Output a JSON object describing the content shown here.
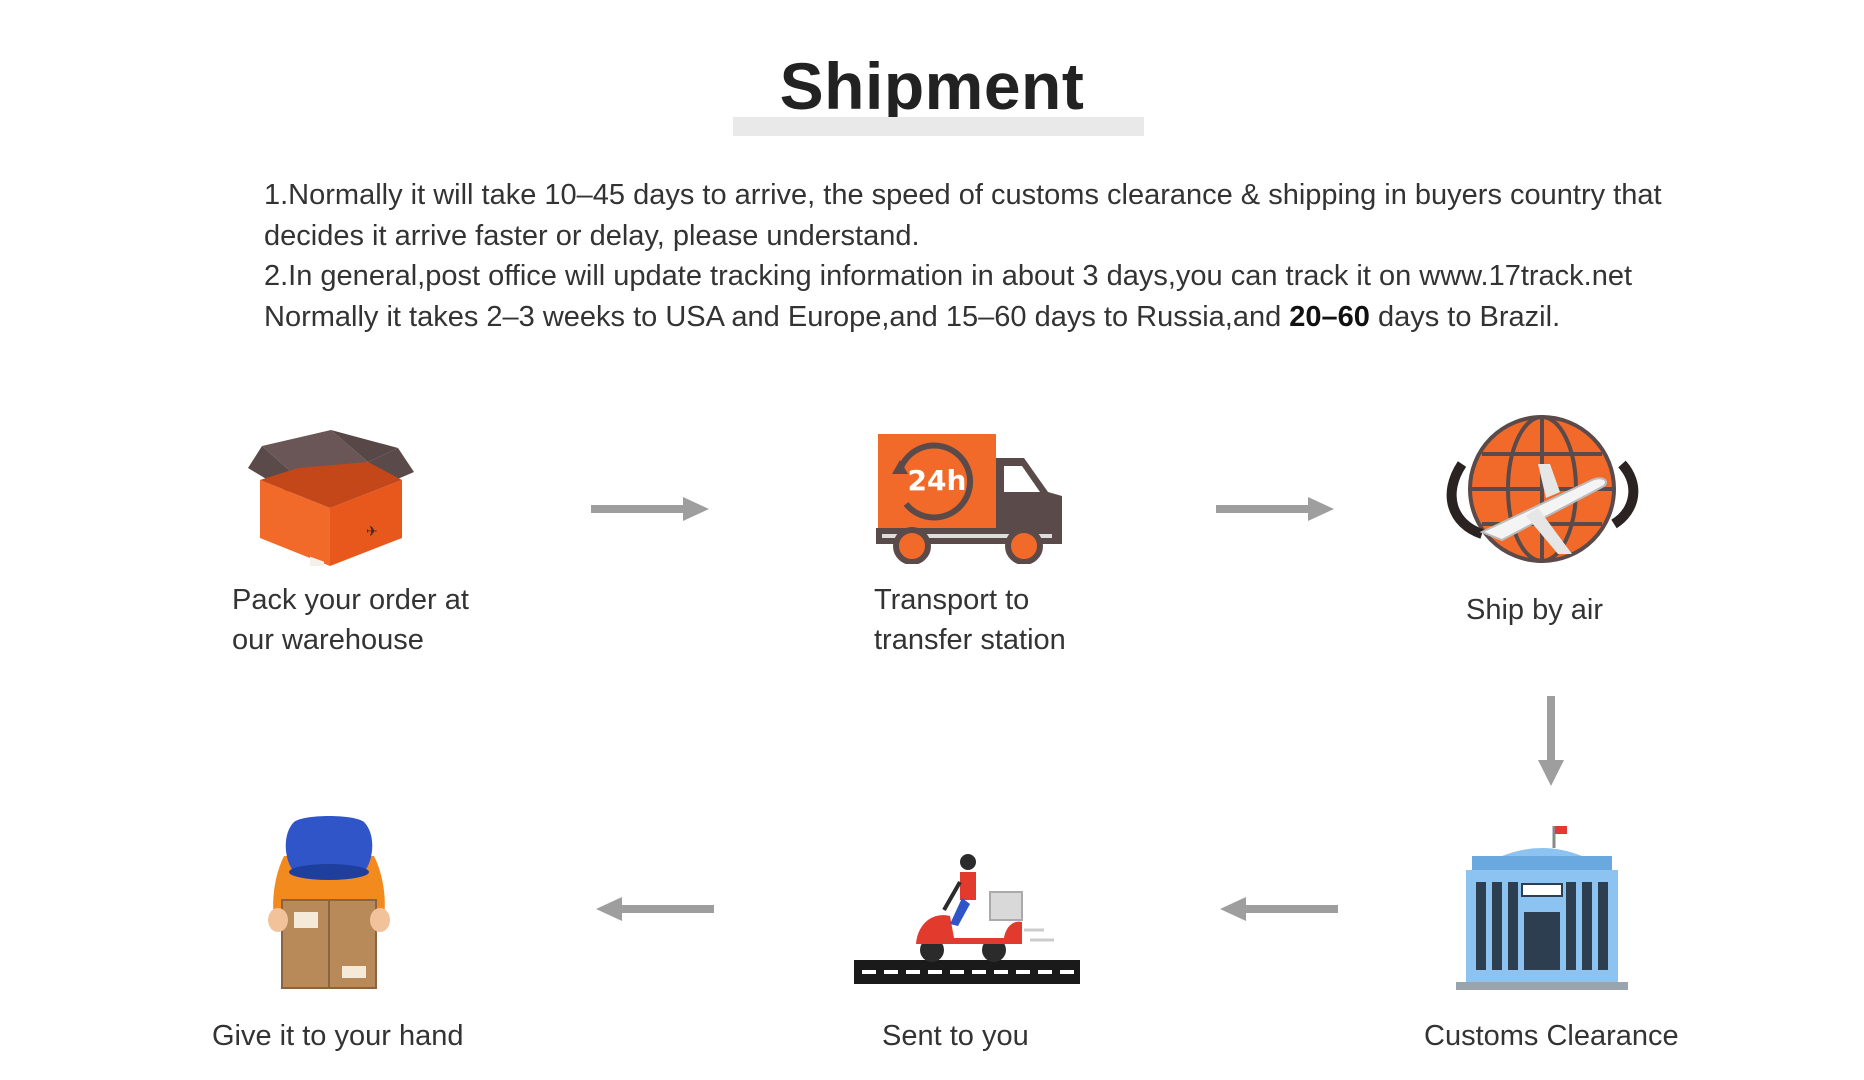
{
  "title": "Shipment",
  "intro": {
    "line1": "1.Normally it will take 10–45 days to arrive, the speed of customs clearance & shipping in buyers country that",
    "line2": "decides it arrive faster or delay, please understand.",
    "line3": "2.In general,post office will update tracking information in about 3 days,you can track it on www.17track.net",
    "line4_a": "Normally it takes 2–3 weeks to USA and Europe,and 15–60 days to Russia,and ",
    "line4_b": "20–60",
    "line4_c": " days to Brazil."
  },
  "steps": [
    {
      "icon": "open-box-icon",
      "line1": "Pack your order at",
      "line2": "our warehouse"
    },
    {
      "icon": "delivery-truck-icon",
      "badge": "24h",
      "line1": "Transport to",
      "line2": "transfer station"
    },
    {
      "icon": "globe-airplane-icon",
      "line1": "Ship by air"
    },
    {
      "icon": "customs-building-icon",
      "line1": "Customs Clearance"
    },
    {
      "icon": "scooter-courier-icon",
      "line1": "Sent to you"
    },
    {
      "icon": "courier-with-parcel-icon",
      "line1": "Give it to your hand"
    }
  ],
  "colors": {
    "accent_orange": "#f26a2a",
    "dark_brown": "#5b4a4a",
    "arrow_gray": "#9e9e9e",
    "building_blue": "#6aa8e0",
    "scooter_red": "#e23b2e",
    "cap_blue": "#2f55c8",
    "parcel_brown": "#b88a5a"
  }
}
